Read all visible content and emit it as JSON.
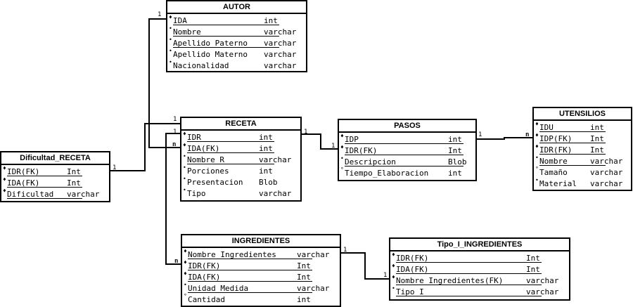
{
  "entities": {
    "autor": {
      "title": "AUTOR",
      "attrs": [
        {
          "mark": "♦",
          "name": "IDA",
          "type": "int"
        },
        {
          "mark": "•",
          "name": "Nombre",
          "type": "varchar"
        },
        {
          "mark": "•",
          "name": "Apellido Paterno",
          "type": "varchar"
        },
        {
          "mark": "•",
          "name": "Apellido Materno",
          "type": "varchar"
        },
        {
          "mark": "•",
          "name": "Nacionalidad",
          "type": "varchar"
        }
      ]
    },
    "receta": {
      "title": "RECETA",
      "attrs": [
        {
          "mark": "♦",
          "name": "IDR",
          "type": "int"
        },
        {
          "mark": "♦",
          "name": "IDA(FK)",
          "type": "int"
        },
        {
          "mark": "•",
          "name": "Nombre_R",
          "type": "varchar"
        },
        {
          "mark": "•",
          "name": "Porciones",
          "type": "int"
        },
        {
          "mark": "•",
          "name": "Presentacion",
          "type": "Blob"
        },
        {
          "mark": "•",
          "name": "Tipo",
          "type": "varchar"
        }
      ]
    },
    "dificultad": {
      "title": "Dificultad_RECETA",
      "attrs": [
        {
          "mark": "♦",
          "name": "IDR(FK)",
          "type": "Int"
        },
        {
          "mark": "♦",
          "name": "IDA(FK)",
          "type": "Int"
        },
        {
          "mark": "♦",
          "name": "Dificultad",
          "type": "varchar"
        }
      ]
    },
    "pasos": {
      "title": "PASOS",
      "attrs": [
        {
          "mark": "♦",
          "name": "IDP",
          "type": "int"
        },
        {
          "mark": "♦",
          "name": "IDR(FK)",
          "type": "Int"
        },
        {
          "mark": "•",
          "name": "Descripcion",
          "type": "Blob"
        },
        {
          "mark": "°",
          "name": "Tiempo_Elaboracion",
          "type": "int"
        }
      ]
    },
    "utensilios": {
      "title": "UTENSILIOS",
      "attrs": [
        {
          "mark": "♦",
          "name": "IDU",
          "type": "int"
        },
        {
          "mark": "♦",
          "name": "IDP(FK)",
          "type": "Int"
        },
        {
          "mark": "♦",
          "name": "IDR(FK)",
          "type": "Int"
        },
        {
          "mark": "•",
          "name": "Nombre",
          "type": "varchar"
        },
        {
          "mark": "°",
          "name": "Tamaño",
          "type": "varchar"
        },
        {
          "mark": "•",
          "name": "Material",
          "type": "varchar"
        }
      ]
    },
    "ingredientes": {
      "title": "INGREDIENTES",
      "attrs": [
        {
          "mark": "♦",
          "name": "Nombre_Ingredientes",
          "type": "varchar"
        },
        {
          "mark": "♦",
          "name": "IDR(FK)",
          "type": "Int"
        },
        {
          "mark": "♦",
          "name": "IDA(FK)",
          "type": "Int"
        },
        {
          "mark": "•",
          "name": "Unidad_Medida",
          "type": "varchar"
        },
        {
          "mark": "°",
          "name": "Cantidad",
          "type": "int"
        }
      ]
    },
    "tipo_ing": {
      "title": "Tipo_I_INGREDIENTES",
      "attrs": [
        {
          "mark": "♦",
          "name": "IDR(FK)",
          "type": "Int"
        },
        {
          "mark": "♦",
          "name": "IDA(FK)",
          "type": "Int"
        },
        {
          "mark": "♦",
          "name": "Nombre_Ingredientes(FK)",
          "type": "varchar"
        },
        {
          "mark": "•",
          "name": "Tipo I",
          "type": "varchar"
        }
      ]
    }
  },
  "cardinalities": {
    "autor_one": "1",
    "receta_autor_one": "1",
    "receta_dif_one": "1",
    "receta_ing_n": "n",
    "dif_one": "1",
    "receta_pasos_one": "1",
    "pasos_receta_one": "1",
    "pasos_ut_one": "1",
    "ut_n": "n",
    "ing_tipo_one": "1",
    "tipo_one": "1",
    "ing_n": "n"
  }
}
